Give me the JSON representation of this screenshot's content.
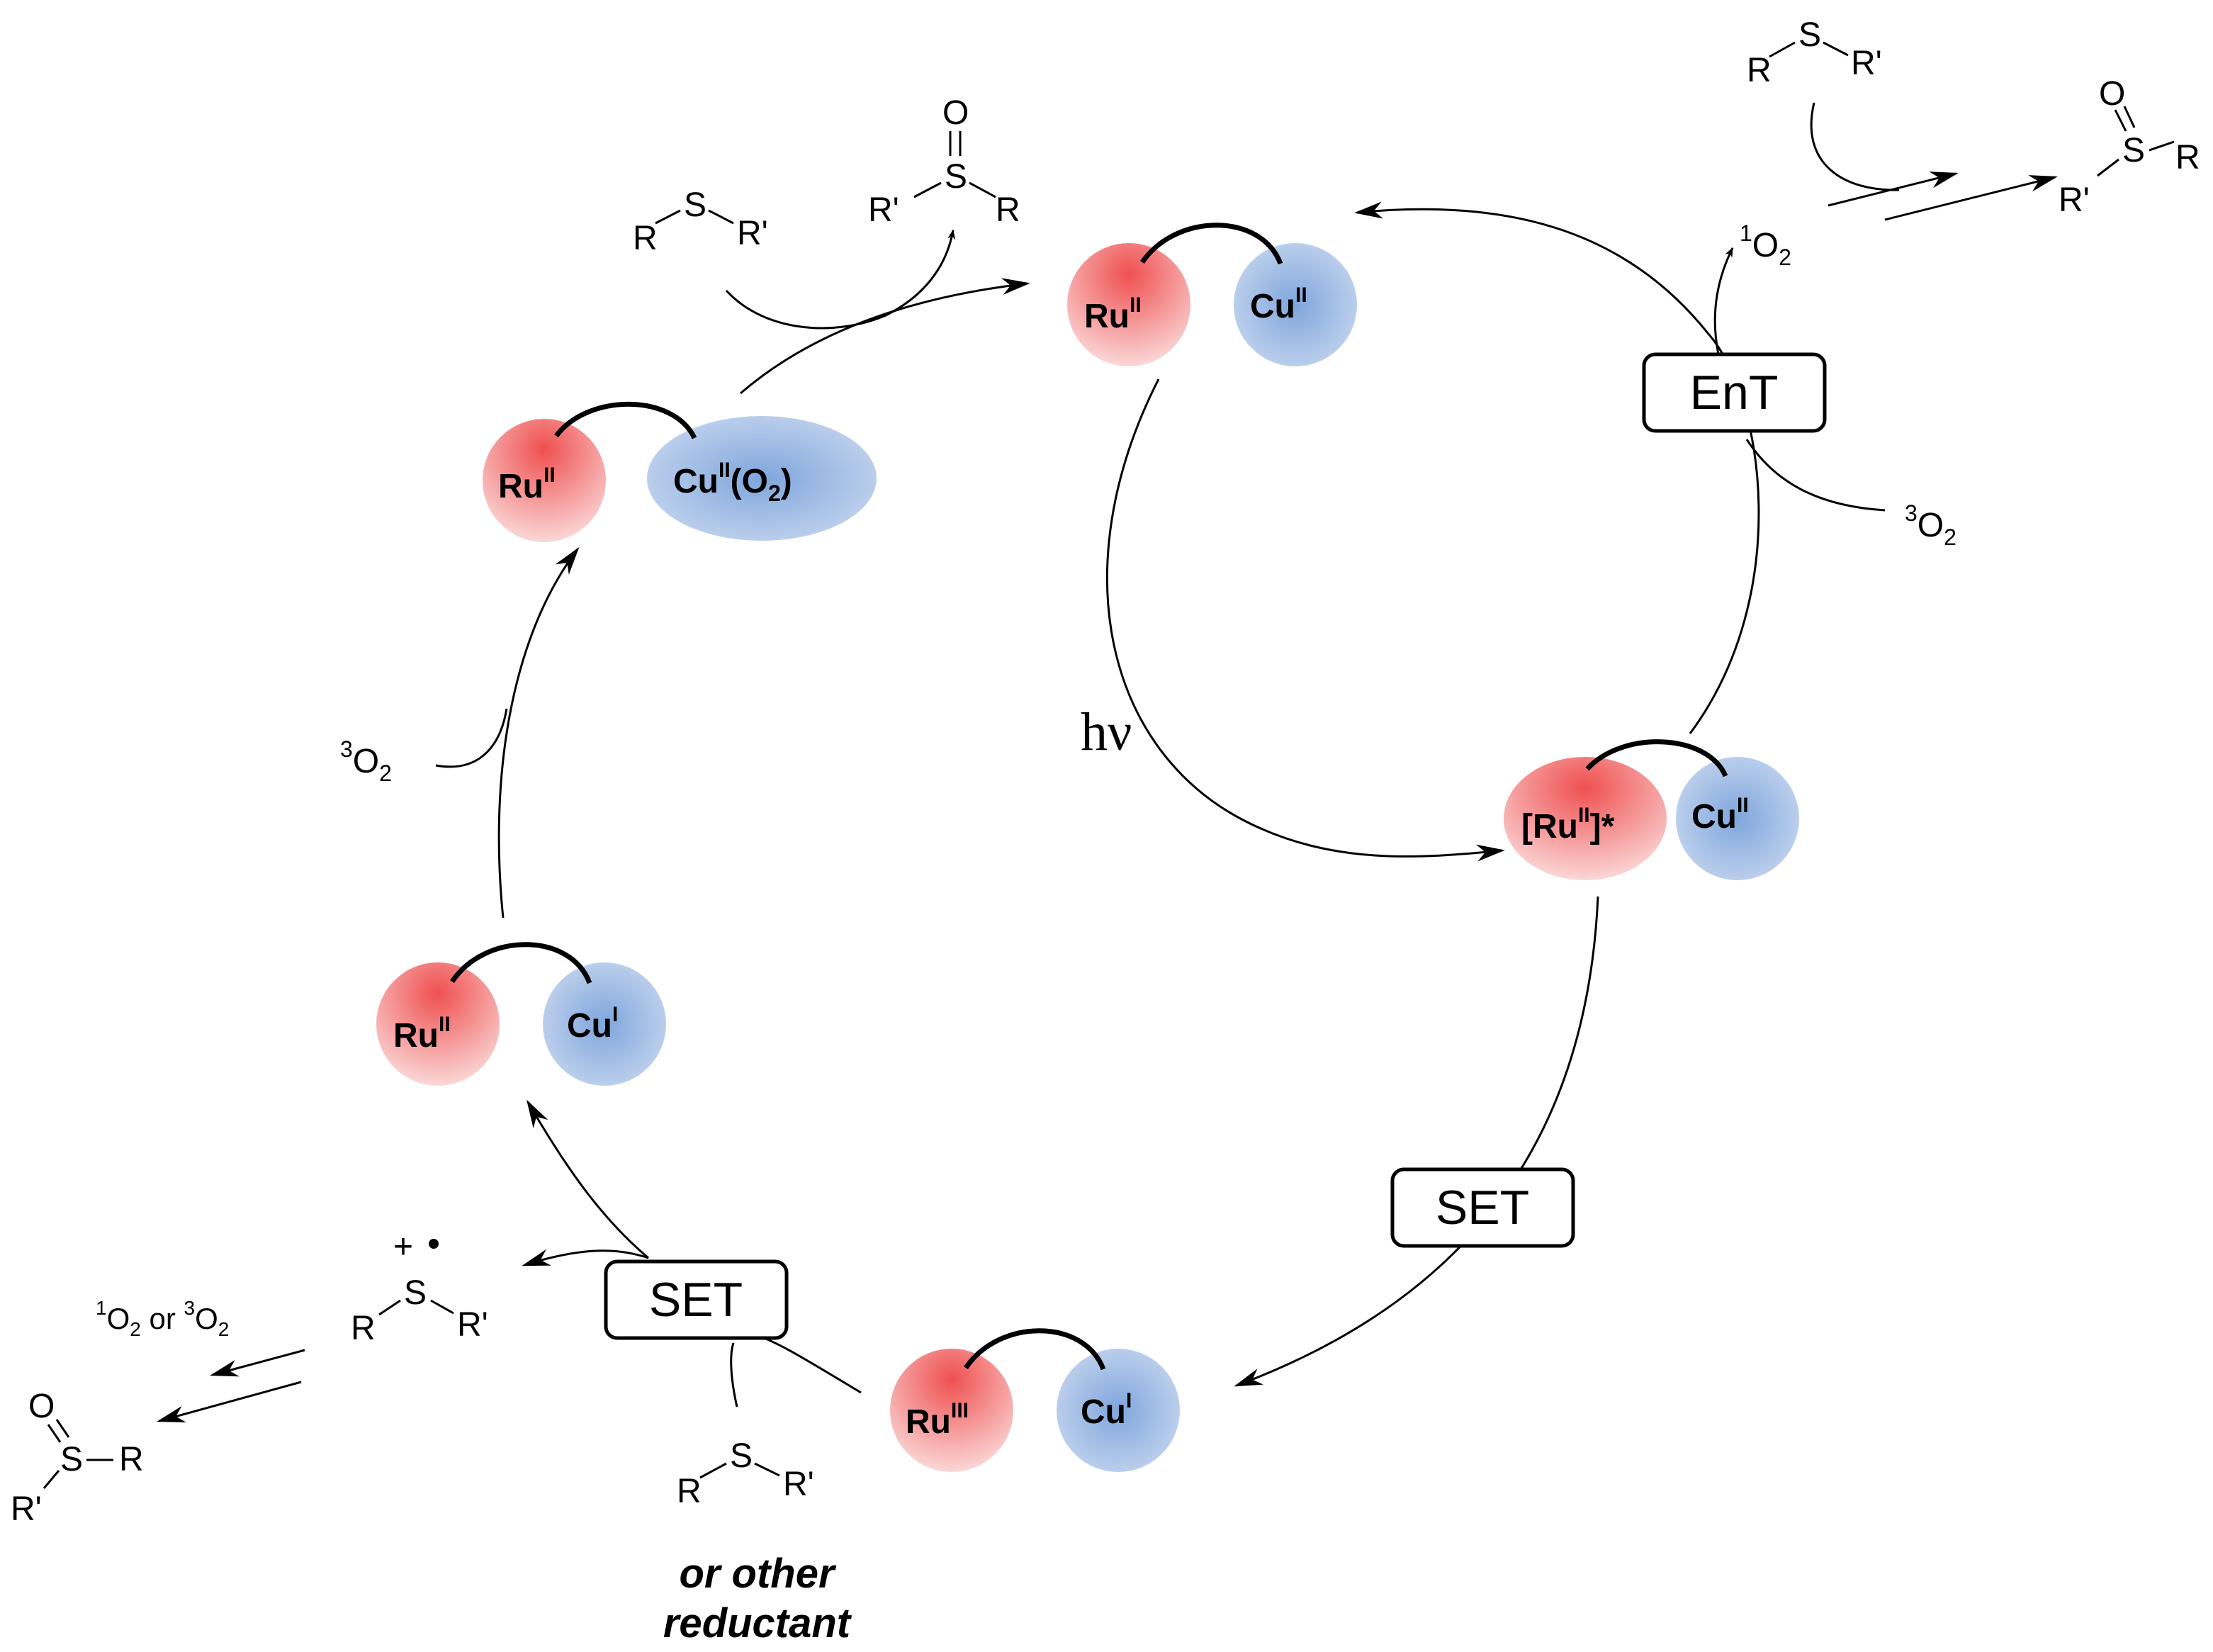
{
  "colors": {
    "ru": "#ef5b5b",
    "cu": "#88aadd",
    "line": "#000000",
    "background": "#ffffff"
  },
  "complexes": {
    "top": {
      "ru": "Ru",
      "ru_ox": "II",
      "cu": "Cu",
      "cu_ox": "II"
    },
    "excited": {
      "ru": "[Ru",
      "ru_ox": "II",
      "ru_suffix": "]*",
      "cu": "Cu",
      "cu_ox": "II"
    },
    "bottom": {
      "ru": "Ru",
      "ru_ox": "III",
      "cu": "Cu",
      "cu_ox": "I"
    },
    "left": {
      "ru": "Ru",
      "ru_ox": "II",
      "cu": "Cu",
      "cu_ox": "I"
    },
    "o2_adduct": {
      "ru": "Ru",
      "ru_ox": "II",
      "cu": "Cu",
      "cu_ox": "II",
      "cu_suffix_open": "(O",
      "cu_suffix_sub": "2",
      "cu_suffix_close": ")"
    }
  },
  "labels": {
    "hv": "hν",
    "ent": "EnT",
    "set_right": "SET",
    "set_left": "SET",
    "reductant_line1": "or other",
    "reductant_line2": "reductant"
  },
  "oxygen": {
    "singlet_sup": "1",
    "triplet_sup": "3",
    "o": "O",
    "sub": "2",
    "or": " or "
  },
  "atoms": {
    "S": "S",
    "O": "O",
    "R": "R",
    "Rp": "R'",
    "plus": "+"
  }
}
